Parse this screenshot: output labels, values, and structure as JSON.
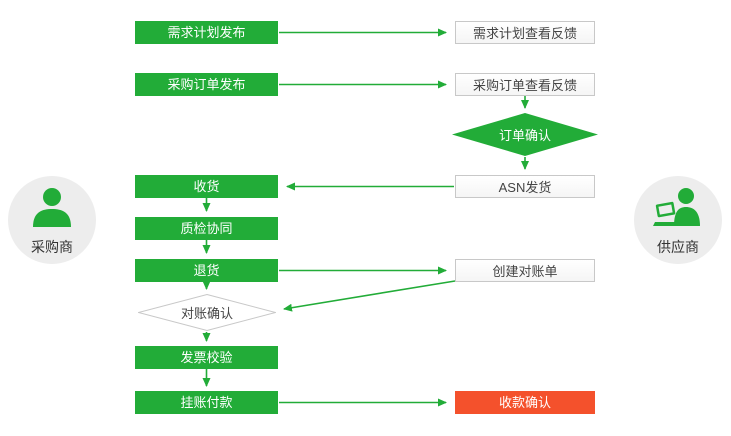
{
  "colors": {
    "green": "#22ac38",
    "red": "#f4512c",
    "box_border": "#c8c8c8",
    "circle_bg": "#ededed",
    "text_dark": "#333333"
  },
  "actors": {
    "buyer": {
      "label": "采购商",
      "icon": "buyer-person-icon"
    },
    "supplier": {
      "label": "供应商",
      "icon": "supplier-person-laptop-icon"
    }
  },
  "nodes": {
    "demand_plan_publish": "需求计划发布",
    "demand_plan_feedback": "需求计划查看反馈",
    "po_publish": "采购订单发布",
    "po_feedback": "采购订单查看反馈",
    "order_confirm": "订单确认",
    "asn_ship": "ASN发货",
    "receive": "收货",
    "quality_check": "质检协同",
    "return_goods": "退货",
    "create_statement": "创建对账单",
    "reconcile_confirm": "对账确认",
    "invoice_check": "发票校验",
    "payment_on_account": "挂账付款",
    "receipt_confirm": "收款确认"
  }
}
